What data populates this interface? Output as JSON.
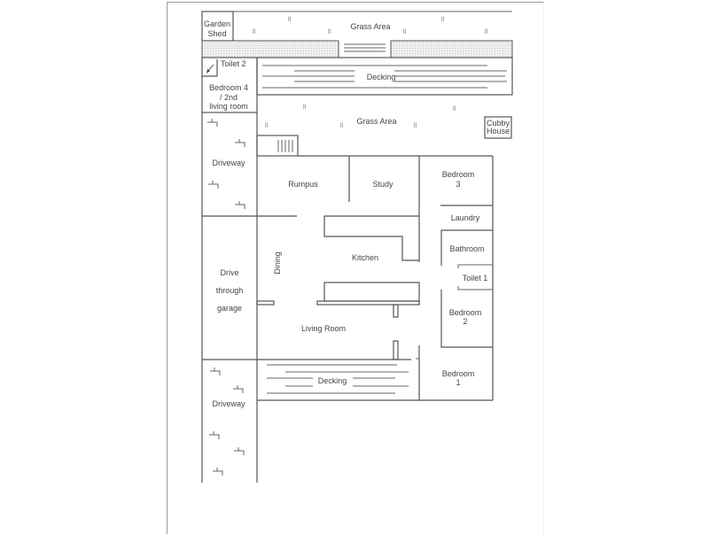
{
  "floorplan": {
    "labels": {
      "garden_shed_1": "Garden",
      "garden_shed_2": "Shed",
      "grass_area_top": "Grass Area",
      "toilet_2": "Toilet 2",
      "decking_top": "Decking",
      "bedroom_4_1": "Bedroom 4",
      "bedroom_4_2": "/ 2nd",
      "bedroom_4_3": "living room",
      "grass_area_mid": "Grass Area",
      "cubby_1": "Cubby",
      "cubby_2": "House",
      "driveway_top": "Driveway",
      "rumpus": "Rumpus",
      "study": "Study",
      "bedroom_3_1": "Bedroom",
      "bedroom_3_2": "3",
      "laundry": "Laundry",
      "bathroom": "Bathroom",
      "toilet_1": "Toilet 1",
      "dining": "Dining",
      "kitchen": "Kitchen",
      "garage_1": "Drive",
      "garage_2": "through",
      "garage_3": "garage",
      "bedroom_2_1": "Bedroom",
      "bedroom_2_2": "2",
      "living_room": "Living Room",
      "decking_bottom": "Decking",
      "bedroom_1_1": "Bedroom",
      "bedroom_1_2": "1",
      "driveway_bottom": "Driveway",
      "grass_tick": "ll"
    },
    "colors": {
      "wall": "#555555",
      "text": "#444444",
      "hatch": "#d8d8d8"
    }
  }
}
